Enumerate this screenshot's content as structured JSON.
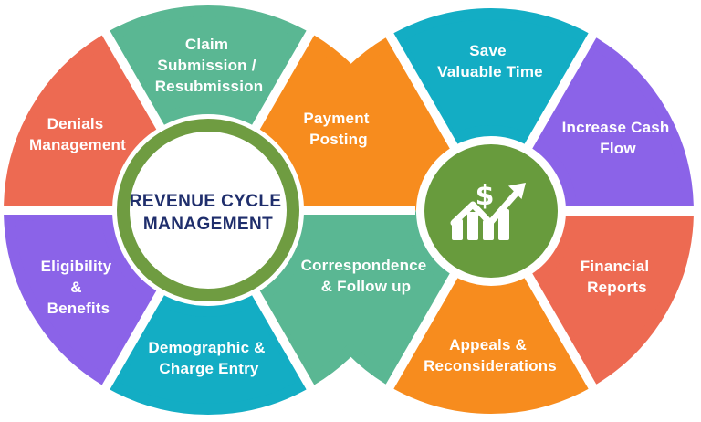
{
  "title": "Revenue Cycle Management",
  "colors": {
    "teal": "#5ab793",
    "orange": "#f78c1e",
    "coral": "#ed6a52",
    "purple": "#8b63e8",
    "cyan": "#13adc4",
    "ring_green": "#6f9c41",
    "center_green": "#689b3d",
    "title_navy": "#1f2e6c",
    "label_white": "#ffffff",
    "background": "#ffffff"
  },
  "left_wheel": {
    "center": {
      "line1": "REVENUE CYCLE",
      "line2": "MANAGEMENT"
    },
    "segments": [
      {
        "id": "claim-submission-resubmission",
        "lines": [
          "Claim",
          "Submission /",
          "Resubmission"
        ]
      },
      {
        "id": "payment-posting",
        "lines": [
          "Payment",
          "Posting"
        ]
      },
      {
        "id": "correspondence-follow-up",
        "lines": [
          "Correspondence",
          "& Follow up"
        ]
      },
      {
        "id": "demographic-charge-entry",
        "lines": [
          "Demographic &",
          "Charge Entry"
        ]
      },
      {
        "id": "eligibility-benefits",
        "lines": [
          "Eligibility",
          "&",
          "Benefits"
        ]
      },
      {
        "id": "denials-management",
        "lines": [
          "Denials",
          "Management"
        ]
      }
    ]
  },
  "right_wheel": {
    "center_icon": "dollar-growth-chart-icon",
    "center_icon_symbol": "$",
    "segments": [
      {
        "id": "save-valuable-time",
        "lines": [
          "Save",
          "Valuable Time"
        ]
      },
      {
        "id": "increase-cash-flow",
        "lines": [
          "Increase Cash",
          "Flow"
        ]
      },
      {
        "id": "financial-reports",
        "lines": [
          "Financial",
          "Reports"
        ]
      },
      {
        "id": "appeals-reconsiderations",
        "lines": [
          "Appeals &",
          "Reconsiderations"
        ]
      }
    ]
  }
}
